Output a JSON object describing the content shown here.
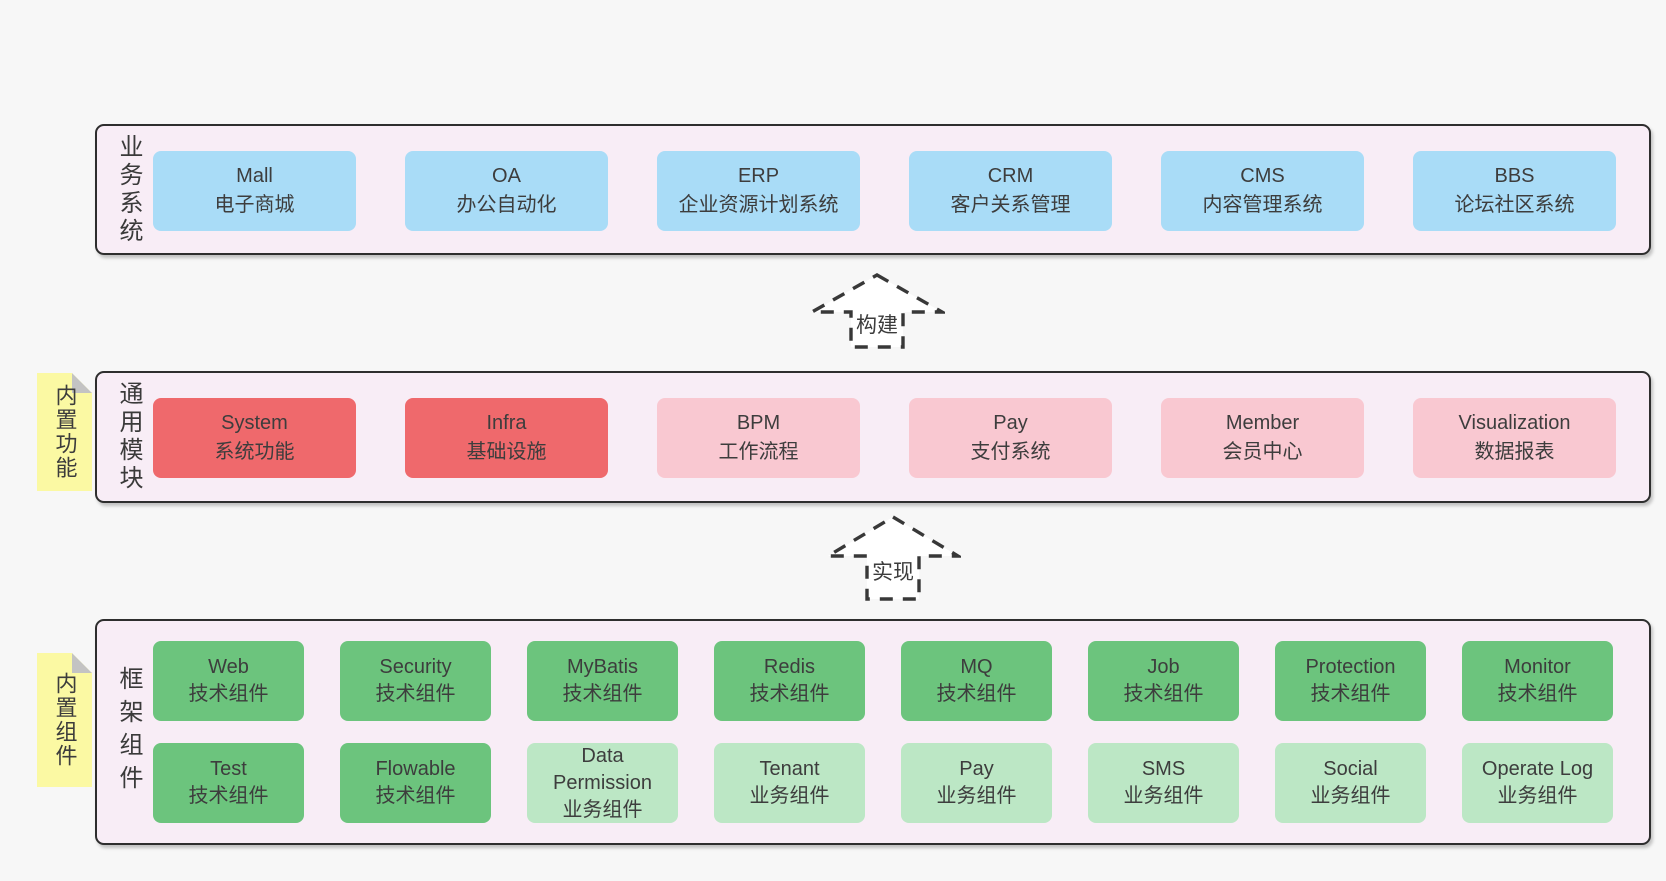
{
  "diagram": {
    "title": "yudao architecture layers",
    "colors": {
      "blue": "#a9dcf7",
      "red": "#ef696c",
      "pink": "#f9c8d1",
      "green": "#6cc47d",
      "lightgreen": "#bce7c5",
      "band_bg": "#f8edf6",
      "band_border": "#2e2e2e",
      "sticky": "#fbf9a3",
      "sticky_fold": "#c3c3c3",
      "text": "#3d3d3d",
      "arrow_dash": "#383838"
    },
    "arrows": [
      {
        "label": "构建"
      },
      {
        "label": "实现"
      }
    ],
    "bands": {
      "business": {
        "label": "业务系统",
        "boxes": [
          {
            "title": "Mall",
            "subtitle": "电子商城",
            "variant": "blue"
          },
          {
            "title": "OA",
            "subtitle": "办公自动化",
            "variant": "blue"
          },
          {
            "title": "ERP",
            "subtitle": "企业资源计划系统",
            "variant": "blue"
          },
          {
            "title": "CRM",
            "subtitle": "客户关系管理",
            "variant": "blue"
          },
          {
            "title": "CMS",
            "subtitle": "内容管理系统",
            "variant": "blue"
          },
          {
            "title": "BBS",
            "subtitle": "论坛社区系统",
            "variant": "blue"
          }
        ]
      },
      "modules": {
        "label": "通用模块",
        "sticky": "内置功能",
        "boxes": [
          {
            "title": "System",
            "subtitle": "系统功能",
            "variant": "red"
          },
          {
            "title": "Infra",
            "subtitle": "基础设施",
            "variant": "red"
          },
          {
            "title": "BPM",
            "subtitle": "工作流程",
            "variant": "pink"
          },
          {
            "title": "Pay",
            "subtitle": "支付系统",
            "variant": "pink"
          },
          {
            "title": "Member",
            "subtitle": "会员中心",
            "variant": "pink"
          },
          {
            "title": "Visualization",
            "subtitle": "数据报表",
            "variant": "pink"
          }
        ]
      },
      "components": {
        "label": "框架组件",
        "sticky": "内置组件",
        "rows": [
          [
            {
              "title": "Web",
              "subtitle": "技术组件",
              "variant": "green"
            },
            {
              "title": "Security",
              "subtitle": "技术组件",
              "variant": "green"
            },
            {
              "title": "MyBatis",
              "subtitle": "技术组件",
              "variant": "green"
            },
            {
              "title": "Redis",
              "subtitle": "技术组件",
              "variant": "green"
            },
            {
              "title": "MQ",
              "subtitle": "技术组件",
              "variant": "green"
            },
            {
              "title": "Job",
              "subtitle": "技术组件",
              "variant": "green"
            },
            {
              "title": "Protection",
              "subtitle": "技术组件",
              "variant": "green"
            },
            {
              "title": "Monitor",
              "subtitle": "技术组件",
              "variant": "green"
            }
          ],
          [
            {
              "title": "Test",
              "subtitle": "技术组件",
              "variant": "green"
            },
            {
              "title": "Flowable",
              "subtitle": "技术组件",
              "variant": "green"
            },
            {
              "title": "Data Permission",
              "subtitle": "业务组件",
              "variant": "lightgreen"
            },
            {
              "title": "Tenant",
              "subtitle": "业务组件",
              "variant": "lightgreen"
            },
            {
              "title": "Pay",
              "subtitle": "业务组件",
              "variant": "lightgreen"
            },
            {
              "title": "SMS",
              "subtitle": "业务组件",
              "variant": "lightgreen"
            },
            {
              "title": "Social",
              "subtitle": "业务组件",
              "variant": "lightgreen"
            },
            {
              "title": "Operate Log",
              "subtitle": "业务组件",
              "variant": "lightgreen"
            }
          ]
        ]
      }
    }
  }
}
